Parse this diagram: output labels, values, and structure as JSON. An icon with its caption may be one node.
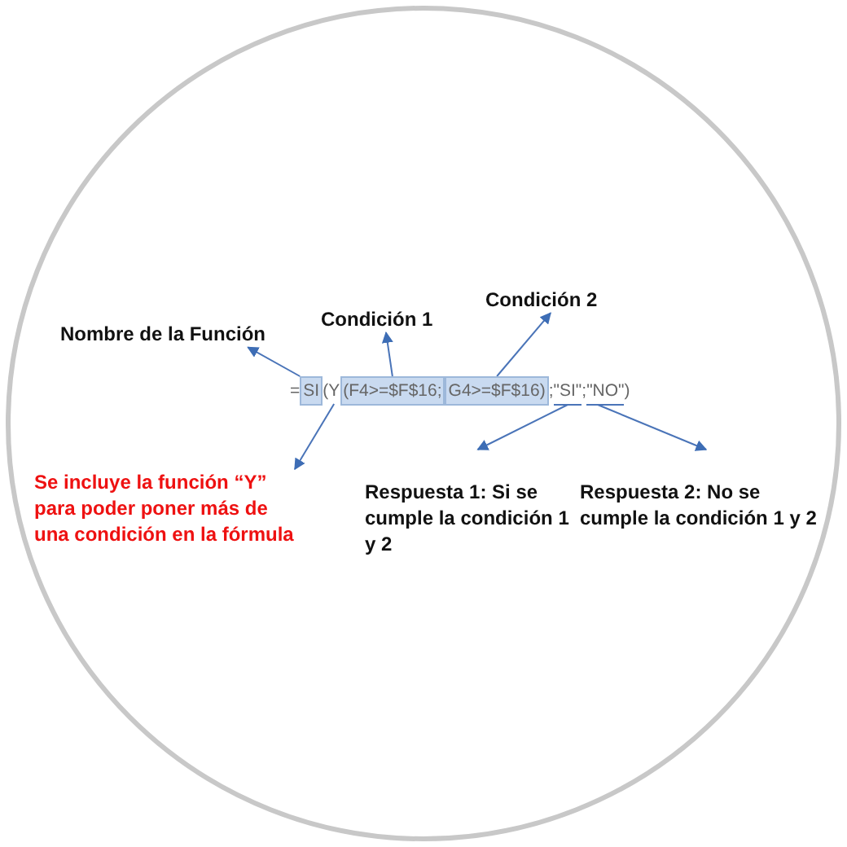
{
  "diagram": {
    "nodes": [
      {
        "text": [
          "Nombre de la Función"
        ]
      },
      {
        "text": [
          "Condición 1"
        ]
      },
      {
        "text": [
          "Condición 2"
        ]
      },
      {
        "text": [
          "SI"
        ]
      },
      {
        "text": [
          "Y"
        ]
      },
      {
        "text": [
          "(F4>=$F$16;"
        ]
      },
      {
        "text": [
          "G4>=$F$16)"
        ]
      },
      {
        "text": [
          "\"SI\""
        ]
      },
      {
        "text": [
          "\"NO\""
        ]
      },
      {
        "text": [
          "Se incluye la función “Y” para poder poner más de una condición en la fórmula"
        ]
      },
      {
        "text": [
          "Respuesta 1: Si se cumple la condición 1 y 2"
        ]
      },
      {
        "text": [
          "Respuesta 2: No se cumple la condición 1 y 2"
        ]
      }
    ],
    "edges": [
      {
        "from": 3,
        "to": 0,
        "arrow": "to"
      },
      {
        "from": 5,
        "to": 1,
        "arrow": "to"
      },
      {
        "from": 6,
        "to": 2,
        "arrow": "to"
      },
      {
        "from": 4,
        "to": 9,
        "arrow": "to"
      },
      {
        "from": 7,
        "to": 10,
        "arrow": "to"
      },
      {
        "from": 8,
        "to": 11,
        "arrow": "to"
      }
    ],
    "labels": [
      "=",
      "(",
      ";",
      ";",
      ")"
    ]
  }
}
